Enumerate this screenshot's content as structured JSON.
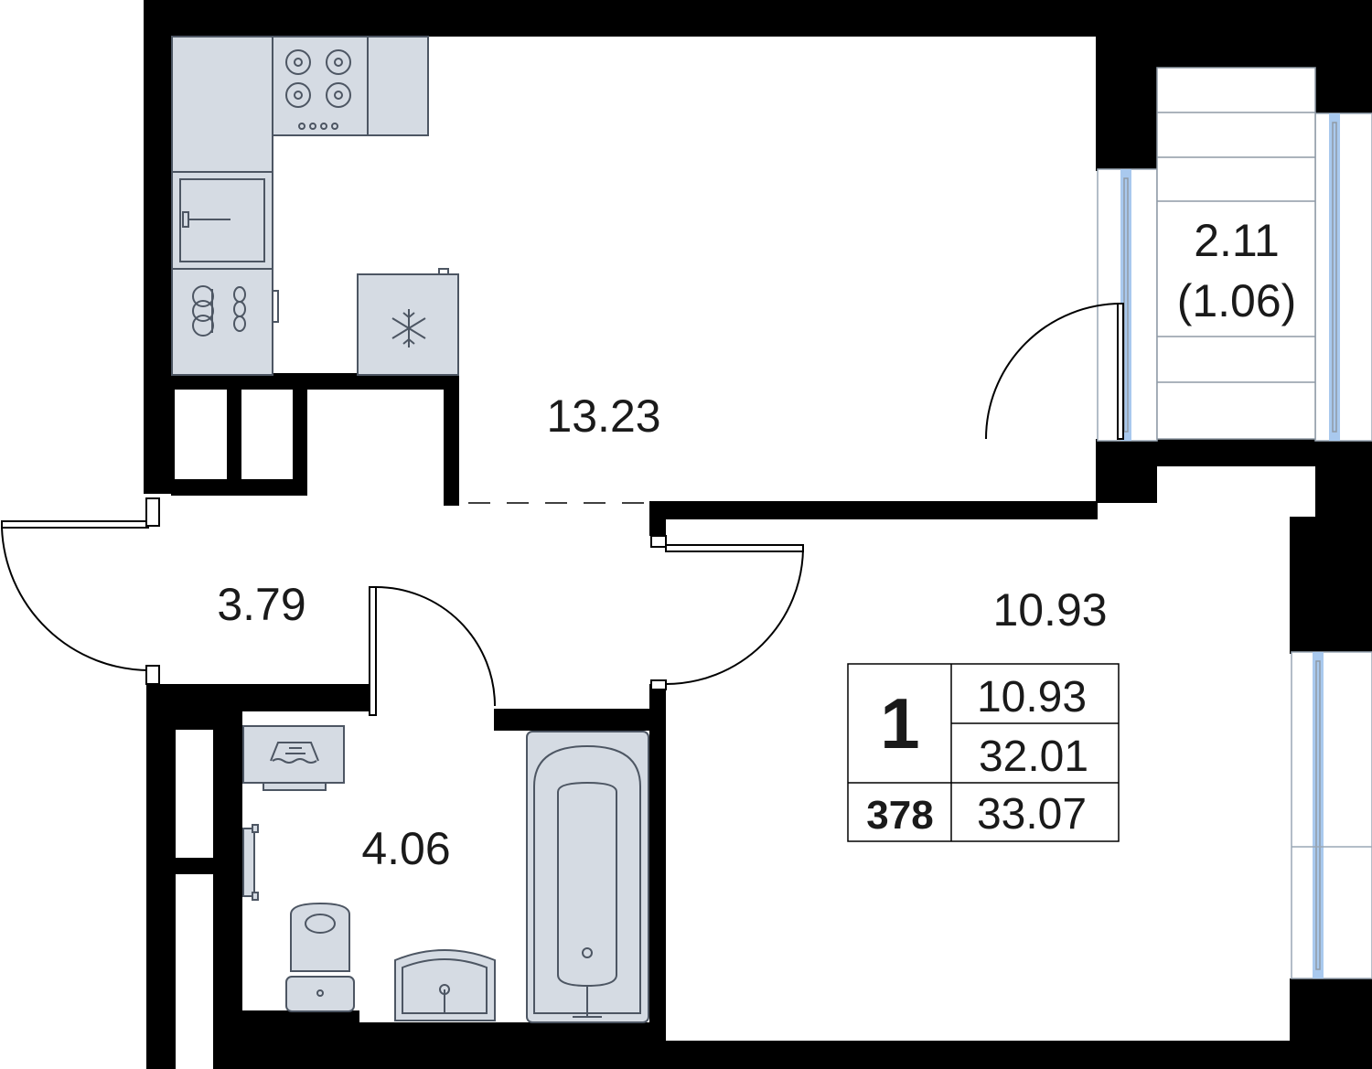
{
  "rooms": {
    "kitchen_living_area": "13.23",
    "hallway_area": "3.79",
    "bathroom_area": "4.06",
    "bedroom_area": "10.93",
    "balcony_area": "2.11",
    "balcony_reduced_area": "(1.06)"
  },
  "info_table": {
    "rooms_count": "1",
    "apartment_number": "378",
    "living_area": "10.93",
    "area_excl_balcony": "32.01",
    "total_area": "33.07"
  },
  "icons": [
    "stove-icon",
    "oven-icon",
    "washing-machine-icon",
    "refrigerator-icon",
    "snowflake-icon",
    "washbasin-icon",
    "towel-rail-icon",
    "toilet-icon",
    "sink-icon",
    "bathtub-icon"
  ],
  "colors": {
    "wall": "#000000",
    "fixture_fill": "#d5dbe3",
    "fixture_stroke": "#4d5663",
    "glass": "#a9c9ee"
  }
}
